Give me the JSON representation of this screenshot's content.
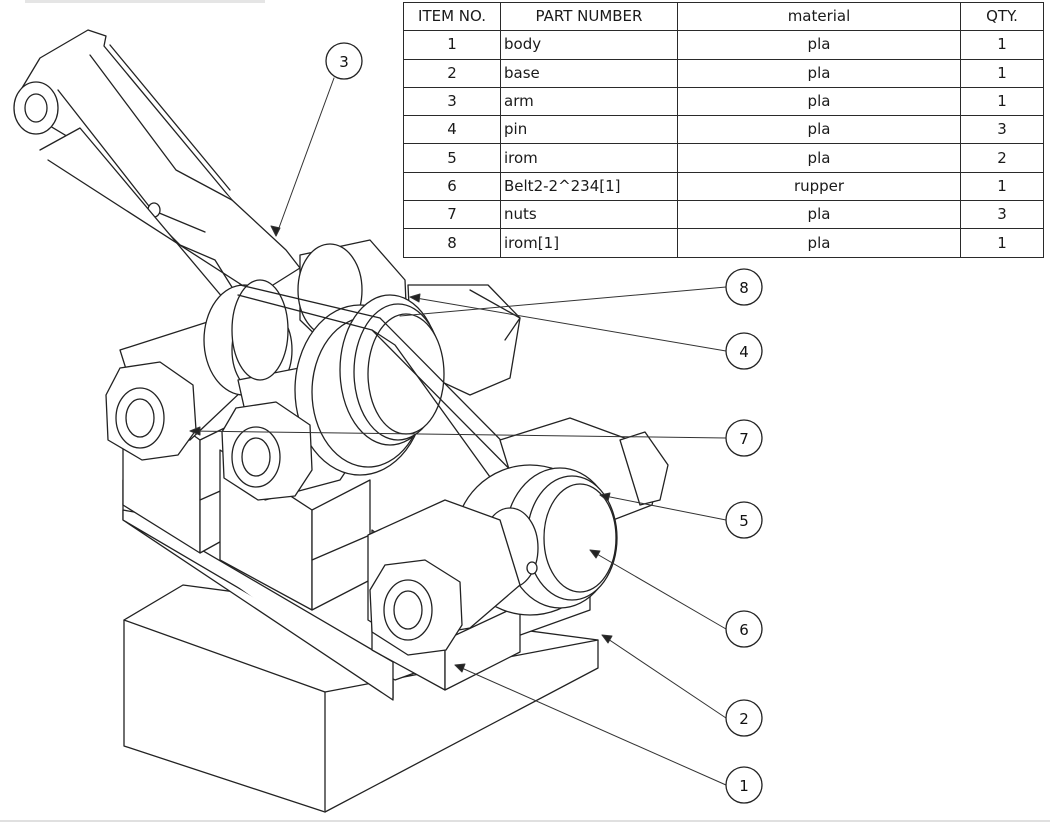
{
  "bom": {
    "headers": {
      "item": "ITEM NO.",
      "part": "PART NUMBER",
      "material": "material",
      "qty": "QTY."
    },
    "rows": [
      {
        "item": "1",
        "part": "body",
        "material": "pla",
        "qty": "1"
      },
      {
        "item": "2",
        "part": "base",
        "material": "pla",
        "qty": "1"
      },
      {
        "item": "3",
        "part": "arm",
        "material": "pla",
        "qty": "1"
      },
      {
        "item": "4",
        "part": "pin",
        "material": "pla",
        "qty": "3"
      },
      {
        "item": "5",
        "part": "irom",
        "material": "pla",
        "qty": "2"
      },
      {
        "item": "6",
        "part": "Belt2-2^234[1]",
        "material": "rupper",
        "qty": "1"
      },
      {
        "item": "7",
        "part": "nuts",
        "material": "pla",
        "qty": "3"
      },
      {
        "item": "8",
        "part": "irom[1]",
        "material": "pla",
        "qty": "1"
      }
    ]
  },
  "balloons": [
    {
      "id": "balloon-3",
      "label": "3"
    },
    {
      "id": "balloon-8",
      "label": "8"
    },
    {
      "id": "balloon-4",
      "label": "4"
    },
    {
      "id": "balloon-7",
      "label": "7"
    },
    {
      "id": "balloon-5",
      "label": "5"
    },
    {
      "id": "balloon-6",
      "label": "6"
    },
    {
      "id": "balloon-2",
      "label": "2"
    },
    {
      "id": "balloon-1",
      "label": "1"
    }
  ]
}
